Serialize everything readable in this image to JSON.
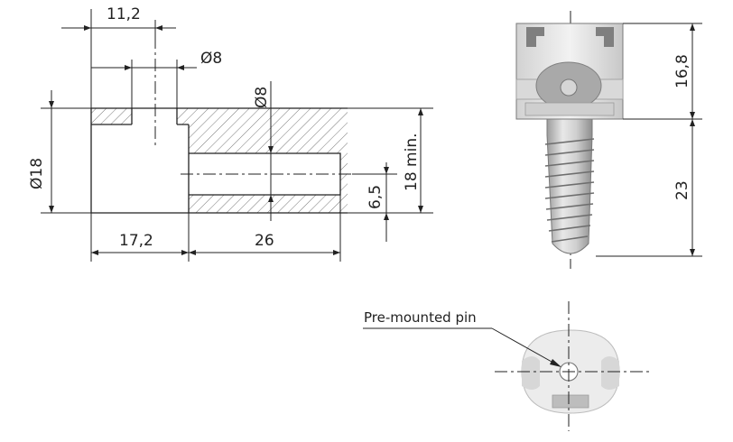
{
  "dimensions": {
    "width_11_2": "11,2",
    "dia_8_top": "Ø8",
    "dia_8_side": "Ø8",
    "dia_18": "Ø18",
    "len_17_2": "17,2",
    "len_26": "26",
    "len_6_5": "6,5",
    "min_18": "18 min.",
    "height_16_8": "16,8",
    "height_23": "23"
  },
  "callout": {
    "pre_mounted_pin": "Pre-mounted pin"
  },
  "colors": {
    "line": "#222222",
    "part_light": "#e6e6e6",
    "part_mid": "#bdbdbd",
    "part_dark": "#8a8a8a"
  }
}
